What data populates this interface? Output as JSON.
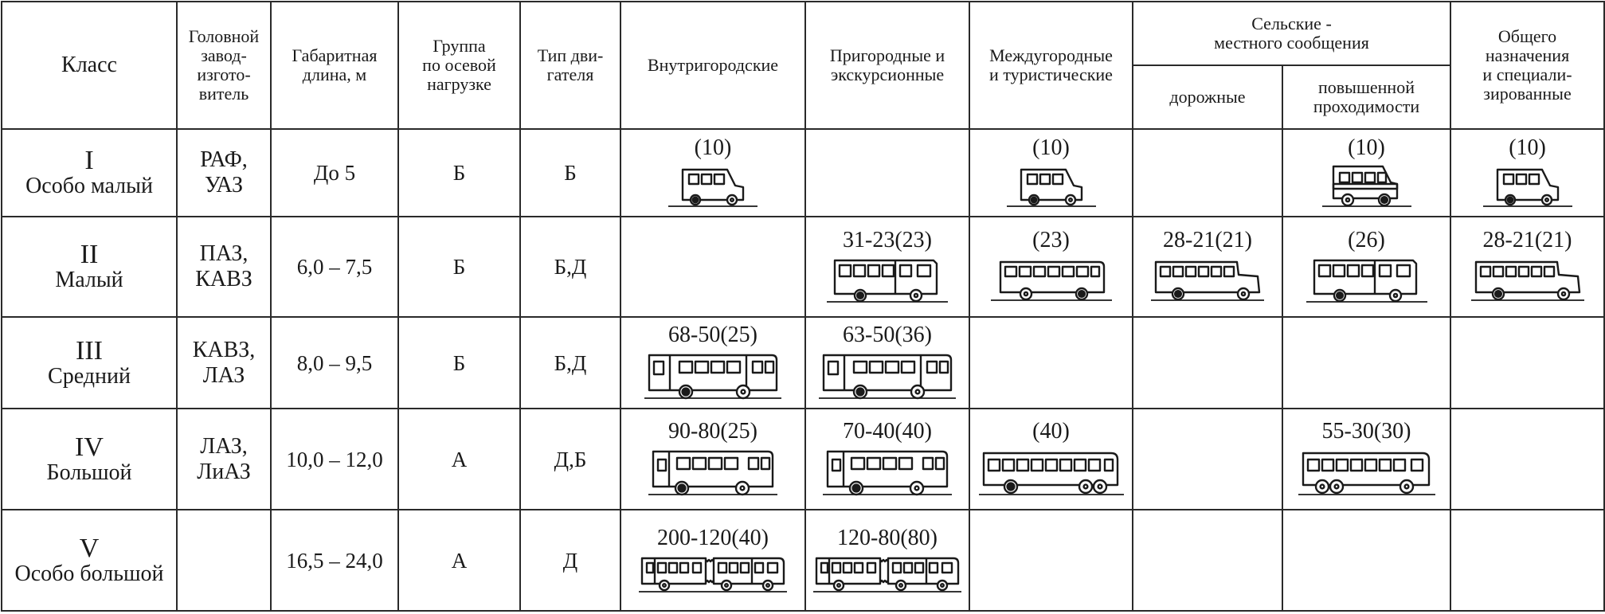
{
  "headers": {
    "class": "Класс",
    "maker": "Головной\nзавод-\nизгото-\nвитель",
    "length": "Габаритная\nдлина, м",
    "axle_group": "Группа\nпо осевой\nнагрузке",
    "engine": "Тип дви-\nгателя",
    "urban": "Внутригородские",
    "suburban": "Пригородные и\nэкскурсионные",
    "intercity": "Междугородные\nи туристические",
    "rural": "Сельские -\nместного сообщения",
    "rural_road": "дорожные",
    "rural_offroad": "повышенной\nпроходимости",
    "general": "Общего\nназначения\nи специали-\nзированные"
  },
  "rows": [
    {
      "num": "I",
      "name": "Особо малый",
      "maker": "РАФ,\nУАЗ",
      "length": "До 5",
      "axle": "Б",
      "engine": "Б",
      "cells": [
        {
          "label": "(10)",
          "icon": "microbus-icon"
        },
        null,
        {
          "label": "(10)",
          "icon": "microbus-icon"
        },
        null,
        {
          "label": "(10)",
          "icon": "offroad-microbus-icon"
        },
        {
          "label": "(10)",
          "icon": "microbus-icon"
        }
      ]
    },
    {
      "num": "II",
      "name": "Малый",
      "maker": "ПАЗ,\nКАВЗ",
      "length": "6,0 – 7,5",
      "axle": "Б",
      "engine": "Б,Д",
      "cells": [
        null,
        {
          "label": "31-23(23)",
          "icon": "small-bus-icon"
        },
        {
          "label": "(23)",
          "icon": "small-coach-icon"
        },
        {
          "label": "28-21(21)",
          "icon": "bonnet-bus-icon"
        },
        {
          "label": "(26)",
          "icon": "small-bus-icon"
        },
        {
          "label": "28-21(21)",
          "icon": "bonnet-bus-icon"
        }
      ]
    },
    {
      "num": "III",
      "name": "Средний",
      "maker": "КАВЗ,\nЛАЗ",
      "length": "8,0 – 9,5",
      "axle": "Б",
      "engine": "Б,Д",
      "cells": [
        {
          "label": "68-50(25)",
          "icon": "city-bus-icon"
        },
        {
          "label": "63-50(36)",
          "icon": "city-bus-icon"
        },
        null,
        null,
        null,
        null
      ]
    },
    {
      "num": "IV",
      "name": "Большой",
      "maker": "ЛАЗ,\nЛиАЗ",
      "length": "10,0 – 12,0",
      "axle": "А",
      "engine": "Д,Б",
      "cells": [
        {
          "label": "90-80(25)",
          "icon": "large-bus-icon"
        },
        {
          "label": "70-40(40)",
          "icon": "large-bus-icon"
        },
        {
          "label": "(40)",
          "icon": "coach-icon"
        },
        null,
        {
          "label": "55-30(30)",
          "icon": "three-axle-bus-icon"
        },
        null
      ]
    },
    {
      "num": "V",
      "name": "Особо большой",
      "maker": "",
      "length": "16,5 – 24,0",
      "axle": "А",
      "engine": "Д",
      "cells": [
        {
          "label": "200-120(40)",
          "icon": "articulated-bus-icon"
        },
        {
          "label": "120-80(80)",
          "icon": "articulated-bus-icon"
        },
        null,
        null,
        null,
        null
      ]
    }
  ]
}
